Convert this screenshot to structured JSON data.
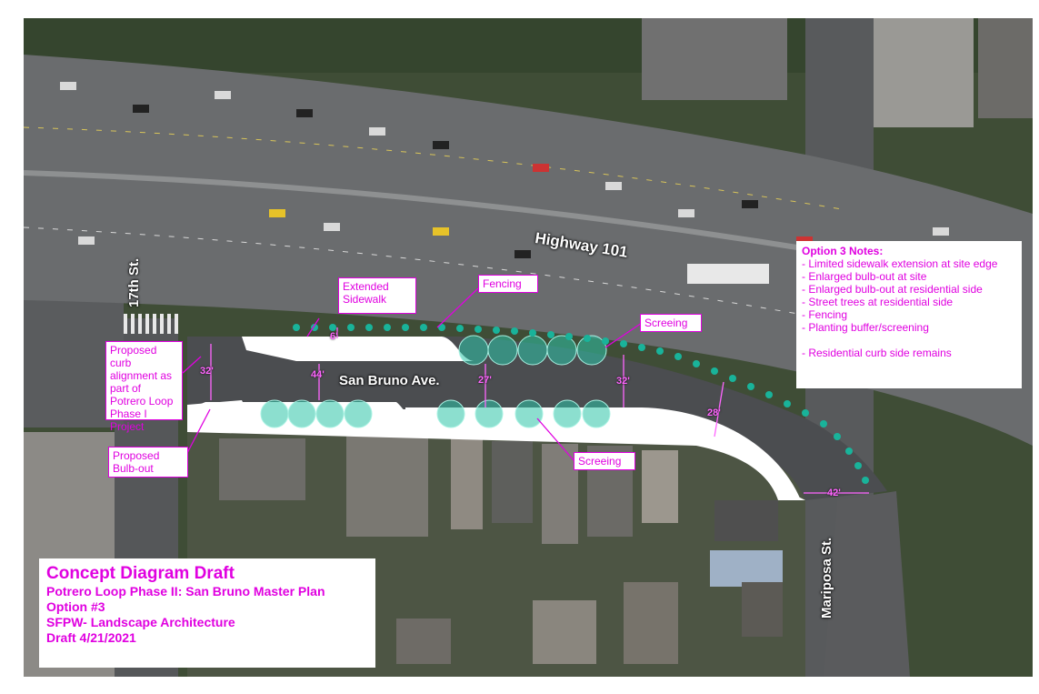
{
  "labels": {
    "highway": "Highway 101",
    "street_17th": "17th St.",
    "san_bruno": "San Bruno Ave.",
    "mariposa": "Mariposa St."
  },
  "callouts": {
    "extended_sidewalk": "Extended Sidewalk",
    "fencing": "Fencing",
    "screeing_top": "Screeing",
    "screeing_bottom": "Screeing",
    "proposed_curb": "Proposed curb alignment as part of Potrero Loop Phase I Project",
    "proposed_bulbout": "Proposed Bulb-out"
  },
  "dimensions": {
    "d32_left": "32'",
    "d6": "6'",
    "d44": "44'",
    "d27": "27'",
    "d32_right": "32'",
    "d28": "28'",
    "d42": "42'"
  },
  "notes": {
    "title": "Option 3 Notes:",
    "items": [
      "- Limited sidewalk extension at site edge",
      "- Enlarged bulb-out at site",
      "- Enlarged bulb-out at residential side",
      "- Street trees at residential side",
      "- Fencing",
      "- Planting buffer/screening",
      "",
      "- Residential curb side remains"
    ]
  },
  "title_block": {
    "title": "Concept Diagram Draft",
    "subtitle": "Potrero Loop Phase II:  San Bruno Master Plan",
    "option": "Option #3",
    "dept": "SFPW- Landscape Architecture",
    "date": "Draft 4/21/2021"
  },
  "colors": {
    "annotation": "#e000e0",
    "planting": "#2ec4a8",
    "sidewalk": "#ffffff",
    "asphalt": "#4b4d50"
  }
}
